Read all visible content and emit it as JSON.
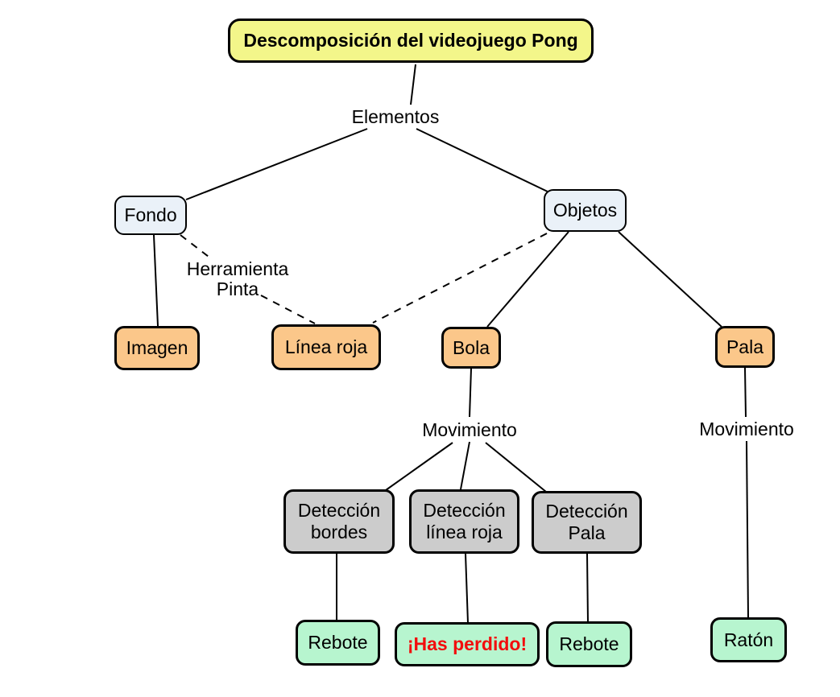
{
  "diagram": {
    "title": "Descomposición del videojuego Pong",
    "labels": {
      "elementos": "Elementos",
      "herramienta_pinta_line1": "Herramienta",
      "herramienta_pinta_line2": "Pinta",
      "movimiento_bola": "Movimiento",
      "movimiento_pala": "Movimiento"
    },
    "nodes": {
      "fondo": "Fondo",
      "objetos": "Objetos",
      "imagen": "Imagen",
      "linea_roja": "Línea roja",
      "bola": "Bola",
      "pala": "Pala",
      "det_bordes_line1": "Detección",
      "det_bordes_line2": "bordes",
      "det_linea_line1": "Detección",
      "det_linea_line2": "línea roja",
      "det_pala_line1": "Detección",
      "det_pala_line2": "Pala",
      "rebote_left": "Rebote",
      "has_perdido": "¡Has perdido!",
      "rebote_right": "Rebote",
      "raton": "Ratón"
    },
    "colors": {
      "background": "#ffffff",
      "border": "#000000",
      "line": "#000000",
      "root_fill": "#f3f68a",
      "level1_fill": "#eaf1f8",
      "level2_fill": "#fbc78a",
      "level3_fill": "#cccccc",
      "level4_fill": "#b7f5cf",
      "alert_text": "#f20d0d"
    }
  }
}
